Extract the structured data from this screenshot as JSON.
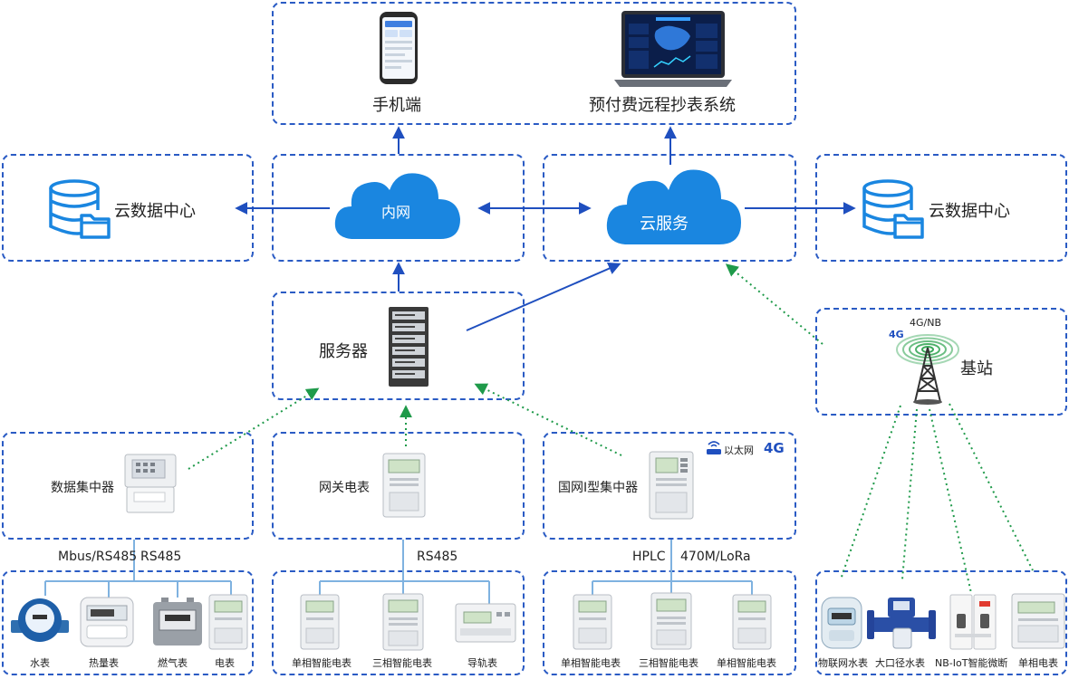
{
  "top": {
    "mobile_label": "手机端",
    "system_label": "预付费远程抄表系统"
  },
  "cloud_dc_left": {
    "label": "云数据中心"
  },
  "cloud_dc_right": {
    "label": "云数据中心"
  },
  "intranet": {
    "label": "内网"
  },
  "cloud_service": {
    "label": "云服务"
  },
  "server": {
    "label": "服务器"
  },
  "base_station": {
    "label": "基站",
    "network": "4G/NB",
    "badge": "4G"
  },
  "collectors": {
    "data_concentrator": {
      "label": "数据集中器"
    },
    "gateway_meter": {
      "label": "网关电表"
    },
    "type1_concentrator": {
      "label": "国网I型集中器",
      "ethernet_label": "以太网",
      "badge_4g": "4G"
    }
  },
  "buses": {
    "left_a": "Mbus/RS485",
    "left_b": "RS485",
    "mid": "RS485",
    "right_a": "HPLC",
    "right_b": "470M/LoRa"
  },
  "devices_group1": [
    "水表",
    "热量表",
    "燃气表",
    "电表"
  ],
  "devices_group2": [
    "单相智能电表",
    "三相智能电表",
    "导轨表"
  ],
  "devices_group3": [
    "单相智能电表",
    "三相智能电表",
    "单相智能电表"
  ],
  "devices_group4": [
    "物联网水表",
    "大口径水表",
    "NB-IoT智能微断",
    "单相电表"
  ],
  "colors": {
    "box_border": "#2a5bc4",
    "arrow_blue": "#1f4fbf",
    "arrow_green": "#1f9a4a",
    "cloud_blue": "#1a86e0",
    "bus_line": "#7fb2e0"
  }
}
